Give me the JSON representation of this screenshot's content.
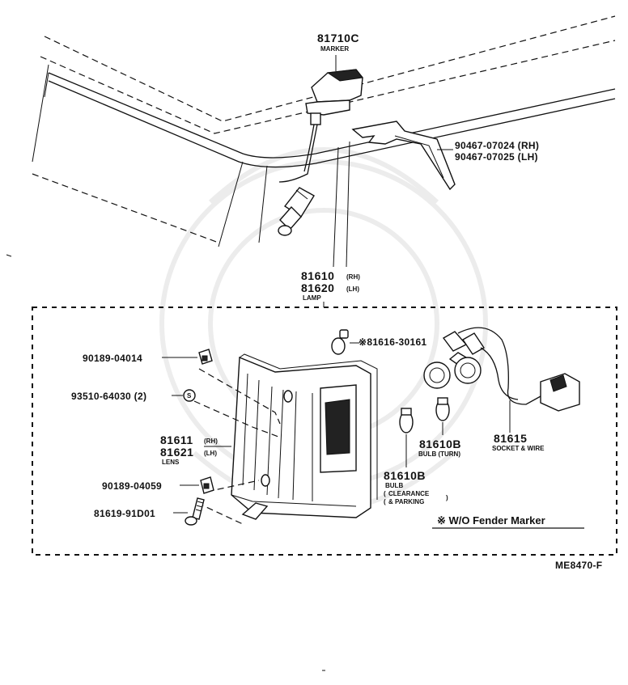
{
  "diagram_code": "ME8470-F",
  "parts": {
    "marker": {
      "number": "81710C",
      "name": "MARKER"
    },
    "bracket": {
      "rh": "90467-07024 (RH)",
      "lh": "90467-07025 (LH)"
    },
    "lamp": {
      "rh": "81610",
      "rh_suffix": "(RH)",
      "lh": "81620",
      "lh_suffix": "(LH)",
      "name": "LAMP"
    },
    "side_bulb": {
      "label": "※81616-30161"
    },
    "screw_clip": {
      "number": "90189-04014"
    },
    "screw_s": {
      "number": "93510-64030 (2)",
      "symbol": "S"
    },
    "lens": {
      "rh": "81611",
      "rh_suffix": "(RH)",
      "lh": "81621",
      "lh_suffix": "(LH)",
      "name": "LENS"
    },
    "clip_lower": {
      "number": "90189-04059"
    },
    "bolt": {
      "number": "81619-91D01"
    },
    "bulb_turn": {
      "number": "81610B",
      "name": "BULB (TURN)"
    },
    "bulb_clearance": {
      "number": "81610B",
      "name": "BULB",
      "detail1": "CLEARANCE",
      "detail2": "& PARKING"
    },
    "socket": {
      "number": "81615",
      "name": "SOCKET & WIRE"
    }
  },
  "note": "※  W/O Fender Marker"
}
